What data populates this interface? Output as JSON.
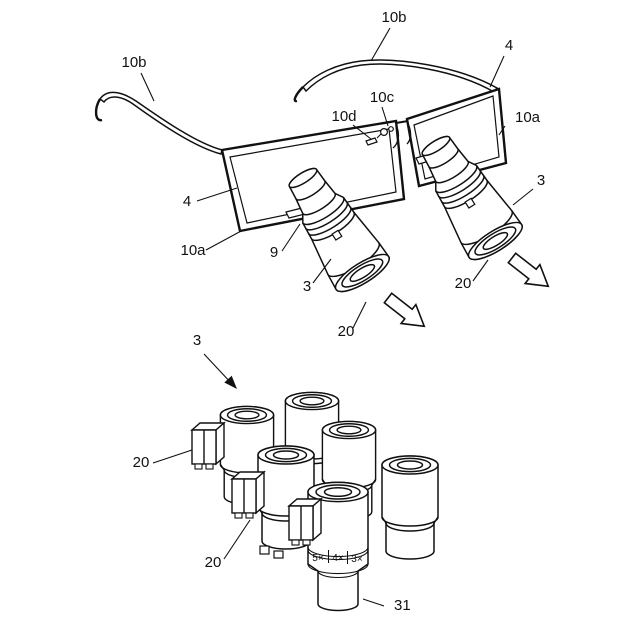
{
  "figure": {
    "kind": "patent-style-technical-drawing",
    "subject": "magnifying loupe eyeglasses and interchangeable loupe barrel set",
    "colors": {
      "background": "#ffffff",
      "line": "#111111"
    }
  },
  "labels": [
    {
      "id": "temple-right",
      "text": "10b"
    },
    {
      "id": "lens-right",
      "text": "4"
    },
    {
      "id": "temple-left",
      "text": "10b"
    },
    {
      "id": "clamp",
      "text": "10c"
    },
    {
      "id": "screw",
      "text": "10d"
    },
    {
      "id": "rim-right",
      "text": "10a"
    },
    {
      "id": "lens-left",
      "text": "4"
    },
    {
      "id": "rim-left",
      "text": "10a"
    },
    {
      "id": "mount",
      "text": "9"
    },
    {
      "id": "loupe-left",
      "text": "3"
    },
    {
      "id": "loupe-right",
      "text": "3"
    },
    {
      "id": "clip-left",
      "text": "20"
    },
    {
      "id": "clip-right",
      "text": "20"
    },
    {
      "id": "barrel-set",
      "text": "3"
    },
    {
      "id": "bracket-upper",
      "text": "20"
    },
    {
      "id": "bracket-lower",
      "text": "20"
    },
    {
      "id": "barrel-stem",
      "text": "31"
    }
  ],
  "magnifications": [
    "5×",
    "4×",
    "3×"
  ]
}
